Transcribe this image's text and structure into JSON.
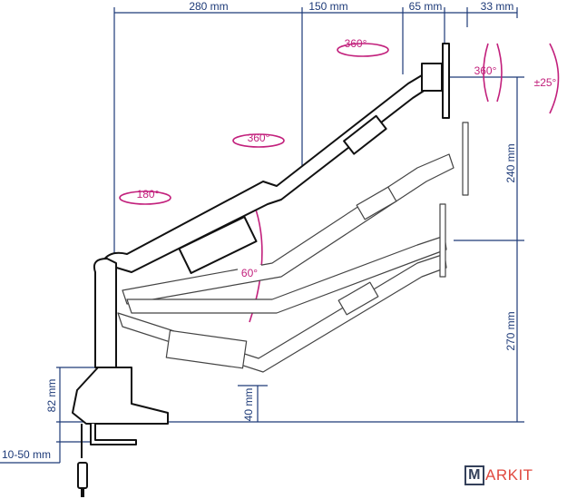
{
  "dimensions": {
    "reach_1": "280 mm",
    "reach_2": "150 mm",
    "reach_3": "65 mm",
    "reach_4": "33 mm",
    "height_upper": "240 mm",
    "height_lower": "270 mm",
    "base_height": "82 mm",
    "min_height": "40 mm",
    "clamp_range": "10-50 mm"
  },
  "angles": {
    "head_rotation": "360°",
    "screen_rotation": "360°",
    "tilt": "±25°",
    "elbow_rotation": "360°",
    "base_rotation": "180°",
    "arm_lift": "60°"
  },
  "colors": {
    "dimension": "#1d3a78",
    "angle": "#c2207c",
    "logo_text": "#e0493f"
  },
  "logo": {
    "box_letter": "M",
    "text": "ARKIT",
    "full": "MARKIT"
  }
}
